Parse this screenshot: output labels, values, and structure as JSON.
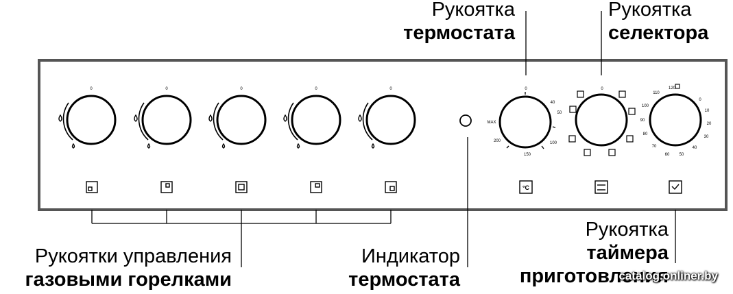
{
  "labels": {
    "thermostat_knob": {
      "line1": "Рукоятка",
      "line2": "термостата"
    },
    "selector_knob": {
      "line1": "Рукоятка",
      "line2": "селектора"
    },
    "timer_knob": {
      "line1": "Рукоятка",
      "line2": "таймера",
      "line3": "приготовления"
    },
    "burner_knobs": {
      "line1": "Рукоятки управления",
      "line2": "газовыми горелками"
    },
    "thermostat_indicator": {
      "line1": "Индикатор",
      "line2": "термостата"
    }
  },
  "burners": [
    {
      "zero": "0",
      "symbol": "burner-rear-left-icon"
    },
    {
      "zero": "0",
      "symbol": "burner-rear-right-icon"
    },
    {
      "zero": "0",
      "symbol": "burner-center-icon"
    },
    {
      "zero": "0",
      "symbol": "burner-front-right-icon"
    },
    {
      "zero": "0",
      "symbol": "burner-front-left-icon"
    }
  ],
  "thermostat_scale": [
    "0",
    "40",
    "50",
    "MAX",
    "200",
    "150",
    "100"
  ],
  "timer_scale": [
    "120",
    "110",
    "100",
    "90",
    "80",
    "70",
    "60",
    "50",
    "40",
    "30",
    "20",
    "10",
    "0"
  ],
  "selector_zero": "0",
  "panel_symbols": [
    "thermostat-c-icon",
    "oven-mode-icon",
    "timer-icon"
  ],
  "watermark": "catalog.onliner.by"
}
